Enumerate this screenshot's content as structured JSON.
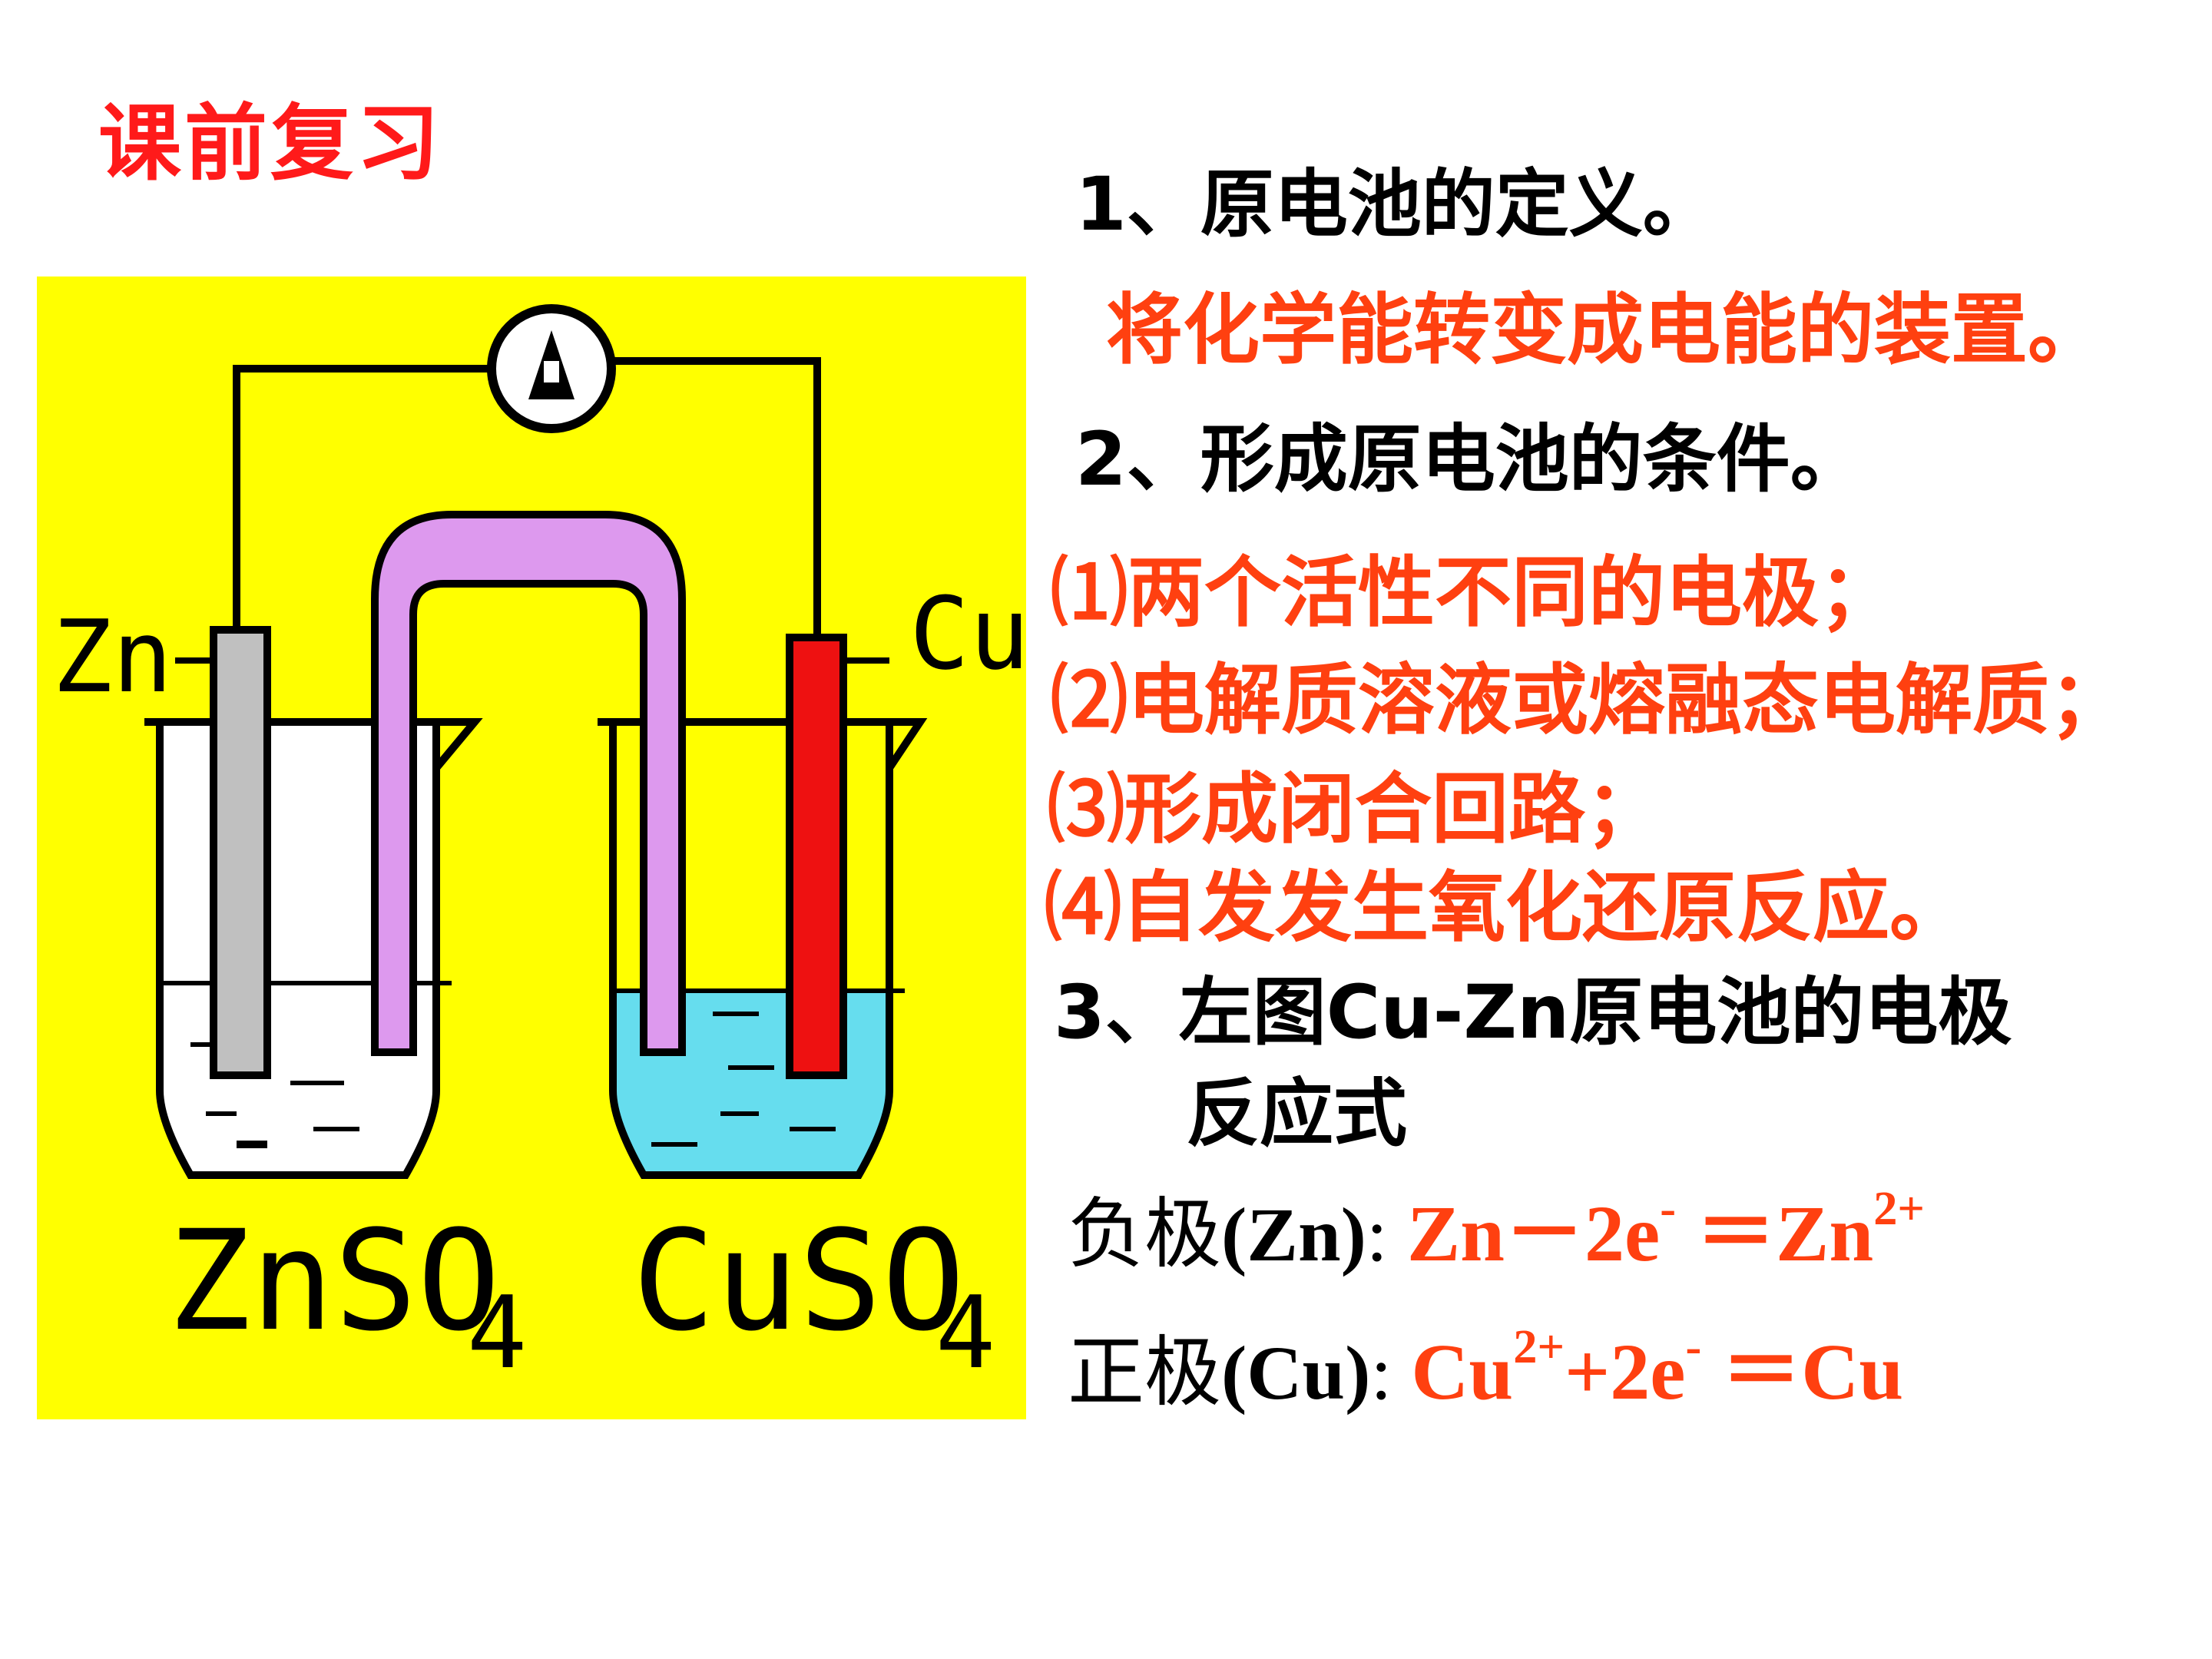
{
  "title": "课前复习",
  "q1": {
    "heading": "1、原电池的定义。",
    "answer": "将化学能转变成电能的装置。"
  },
  "q2": {
    "heading": "2、形成原电池的条件。",
    "conditions": [
      {
        "num": "⑴",
        "text": "两个活性不同的电极；"
      },
      {
        "num": "⑵",
        "text": "电解质溶液或熔融态电解质；"
      },
      {
        "num": "⑶",
        "text": "形成闭合回路；"
      },
      {
        "num": "⑷",
        "text": "自发发生氧化还原反应。"
      }
    ]
  },
  "q3": {
    "heading_line1": "3、左图Cu-Zn原电池的电极",
    "heading_line2": "反应式",
    "negative": {
      "label": "负极",
      "electrode": "(Zn)",
      "colon": ":",
      "eq_base": "Zn－2e",
      "eq_sup1": "-",
      "eq_mid": " ＝Zn",
      "eq_sup2": "2+"
    },
    "positive": {
      "label": "正极",
      "electrode": "(Cu)",
      "colon": ":",
      "eq_base": "Cu",
      "eq_sup1": "2+",
      "eq_mid": "+2e",
      "eq_sup2": "-",
      "eq_end": " ＝Cu"
    }
  },
  "diagram": {
    "meter_symbol": "A",
    "left_electrode": "Zn",
    "right_electrode": "Cu",
    "left_solution": "ZnSO",
    "left_solution_sub": "4",
    "right_solution": "CuSO",
    "right_solution_sub": "4",
    "colors": {
      "background": "#ffff00",
      "zinc": "#c0c0c0",
      "copper": "#ee1111",
      "salt_bridge": "#dd99ee",
      "cuso4_solution": "#66ddee"
    }
  }
}
